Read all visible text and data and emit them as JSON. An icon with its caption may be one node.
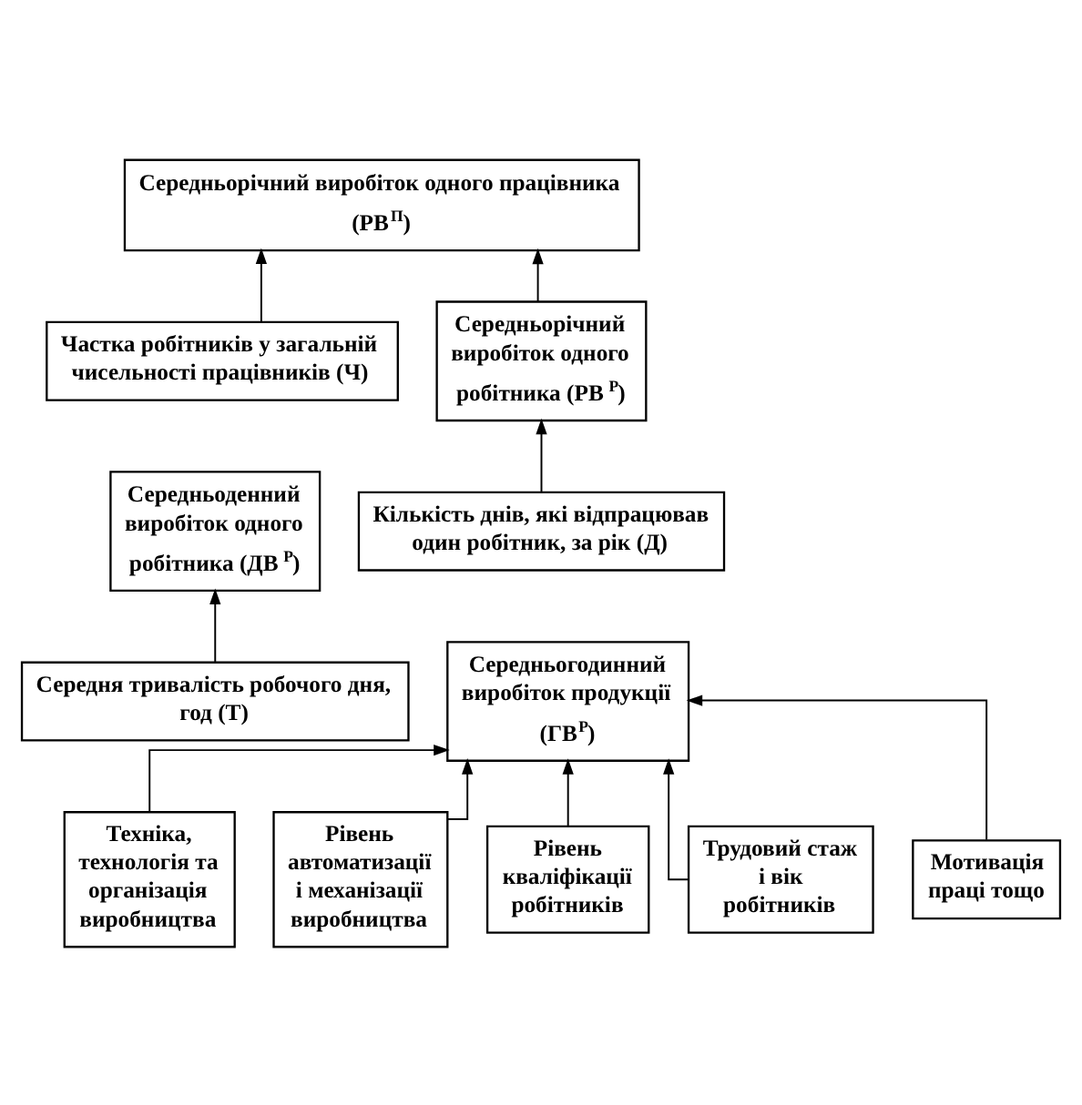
{
  "diagram": {
    "nodes": [
      {
        "text": [
          "Середньорічний виробіток одного працівника (РВ$^{П}$)"
        ]
      },
      {
        "text": [
          "Частка робітників у загальній чисельності працівників (Ч)"
        ]
      },
      {
        "text": [
          "Середньорічний виробіток одного робітника (РВ$^{Р}$)"
        ]
      },
      {
        "text": [
          "Кількість днів, які відпрацював один робітник, за рік (Д)"
        ]
      },
      {
        "text": [
          "Середньоденний виробіток одного робітника (ДВ$^{Р}$)"
        ]
      },
      {
        "text": [
          "Середня тривалість робочого дня, год (Т)"
        ]
      },
      {
        "text": [
          "Середньогодинний виробіток продукції (ГВ$^{Р}$)"
        ]
      },
      {
        "text": [
          "Техніка, технологія та організація виробництва"
        ]
      },
      {
        "text": [
          "Рівень автоматизації і механізації виробництва"
        ]
      },
      {
        "text": [
          "Рівень кваліфікації робітників"
        ]
      },
      {
        "text": [
          "Трудовий стаж і вік робітників"
        ]
      },
      {
        "text": [
          "Мотивація праці тощо"
        ]
      }
    ],
    "edges": [
      {
        "from": 1,
        "to": 0,
        "arrow": "to"
      },
      {
        "from": 2,
        "to": 0,
        "arrow": "to"
      },
      {
        "from": 3,
        "to": 2,
        "arrow": "to"
      },
      {
        "from": 5,
        "to": 4,
        "arrow": "to"
      },
      {
        "from": 7,
        "to": 6,
        "arrow": "to"
      },
      {
        "from": 8,
        "to": 6,
        "arrow": "to"
      },
      {
        "from": 9,
        "to": 6,
        "arrow": "to"
      },
      {
        "from": 10,
        "to": 6,
        "arrow": "to"
      },
      {
        "from": 11,
        "to": 6,
        "arrow": "to"
      }
    ]
  }
}
